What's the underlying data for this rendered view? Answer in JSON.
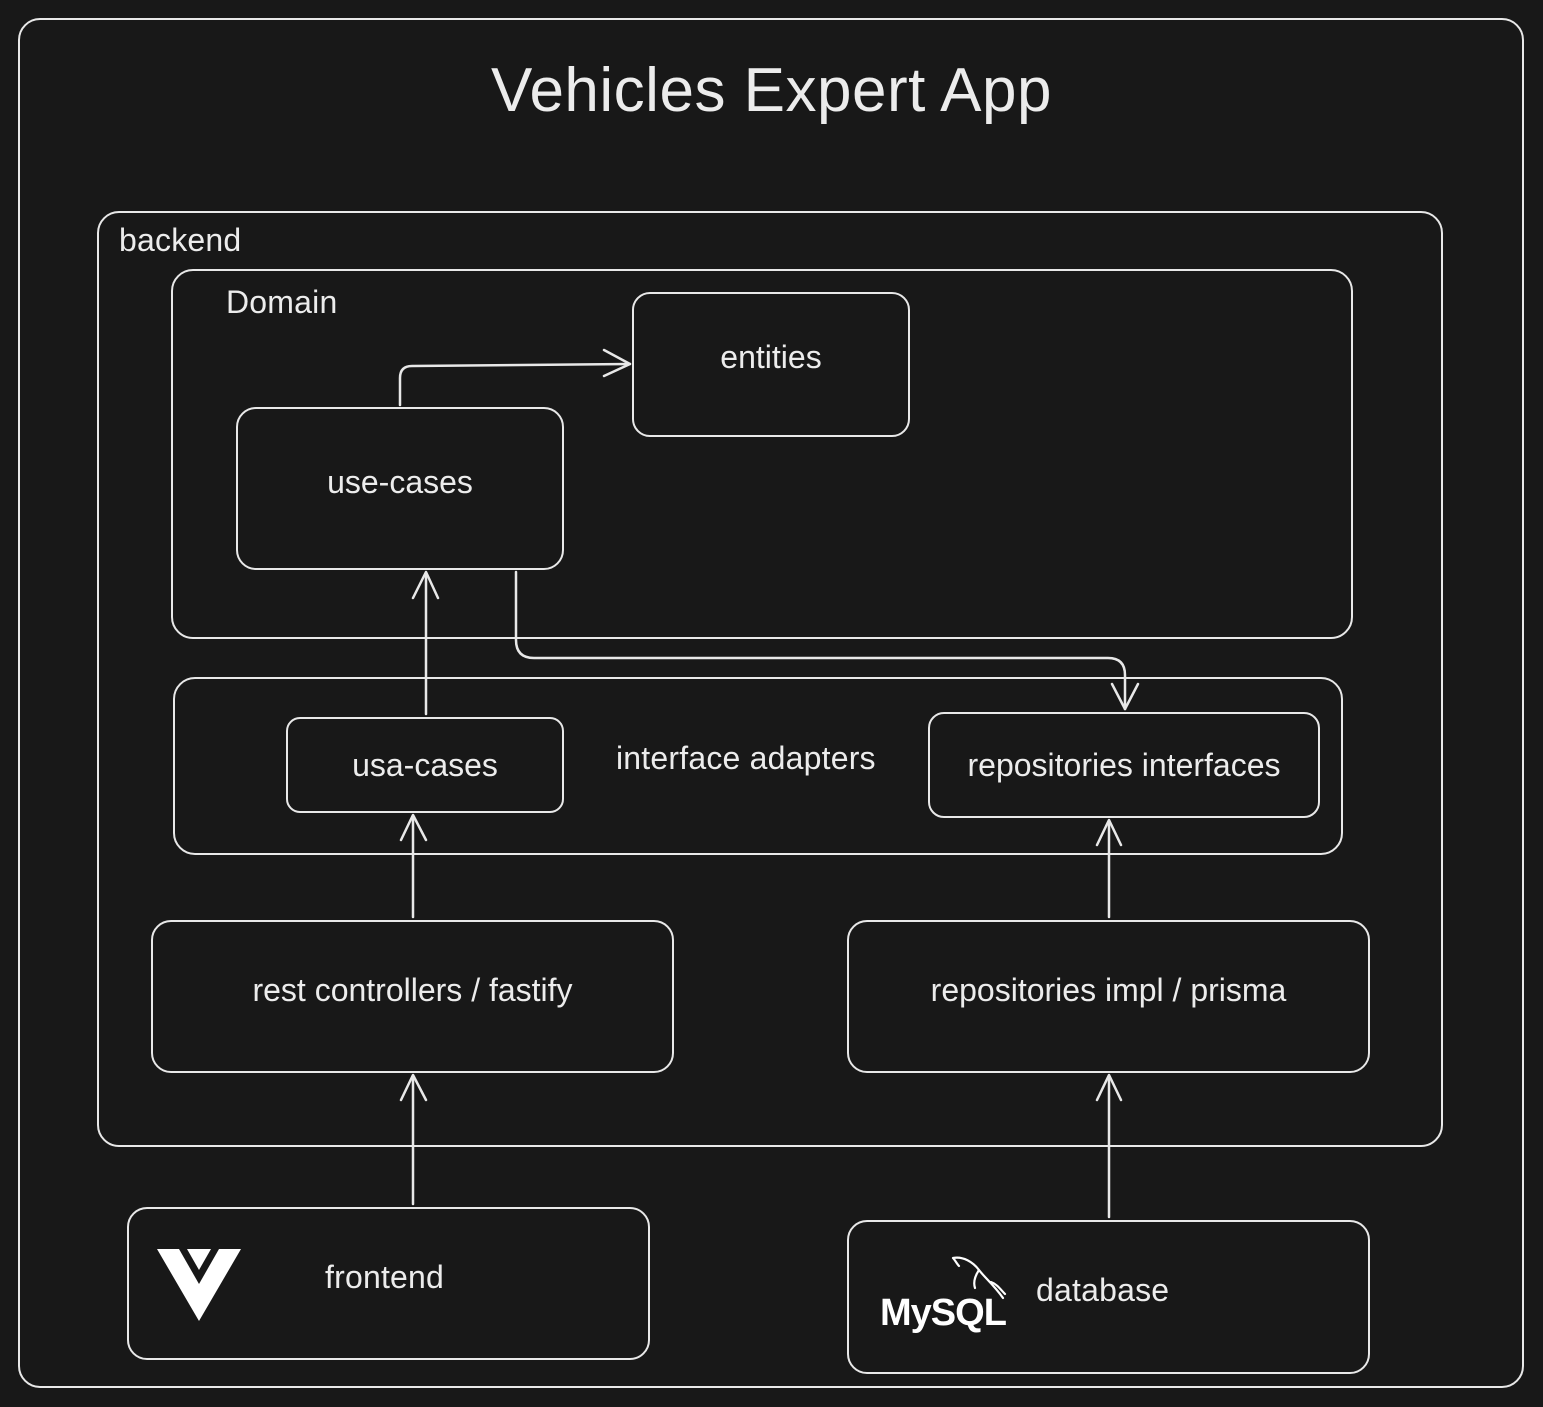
{
  "diagram": {
    "title": "Vehicles Expert App",
    "groups": {
      "backend": "backend",
      "domain": "Domain",
      "interface_adapters": "interface adapters"
    },
    "nodes": {
      "entities": "entities",
      "use_cases": "use-cases",
      "usa_cases": "usa-cases",
      "repositories_interfaces": "repositories interfaces",
      "rest_controllers": "rest controllers / fastify",
      "repositories_impl": "repositories impl / prisma",
      "frontend": "frontend",
      "database": "database"
    },
    "logos": {
      "frontend": "vue-icon",
      "database": "MySQL"
    },
    "edges": [
      {
        "from": "use_cases",
        "to": "entities"
      },
      {
        "from": "usa_cases",
        "to": "use_cases"
      },
      {
        "from": "use_cases",
        "to": "repositories_interfaces"
      },
      {
        "from": "rest_controllers",
        "to": "usa_cases"
      },
      {
        "from": "repositories_impl",
        "to": "repositories_interfaces"
      },
      {
        "from": "frontend",
        "to": "rest_controllers"
      },
      {
        "from": "database",
        "to": "repositories_impl"
      }
    ],
    "colors": {
      "background": "#181818",
      "stroke": "#e8e8e8",
      "text": "#ececec"
    }
  }
}
